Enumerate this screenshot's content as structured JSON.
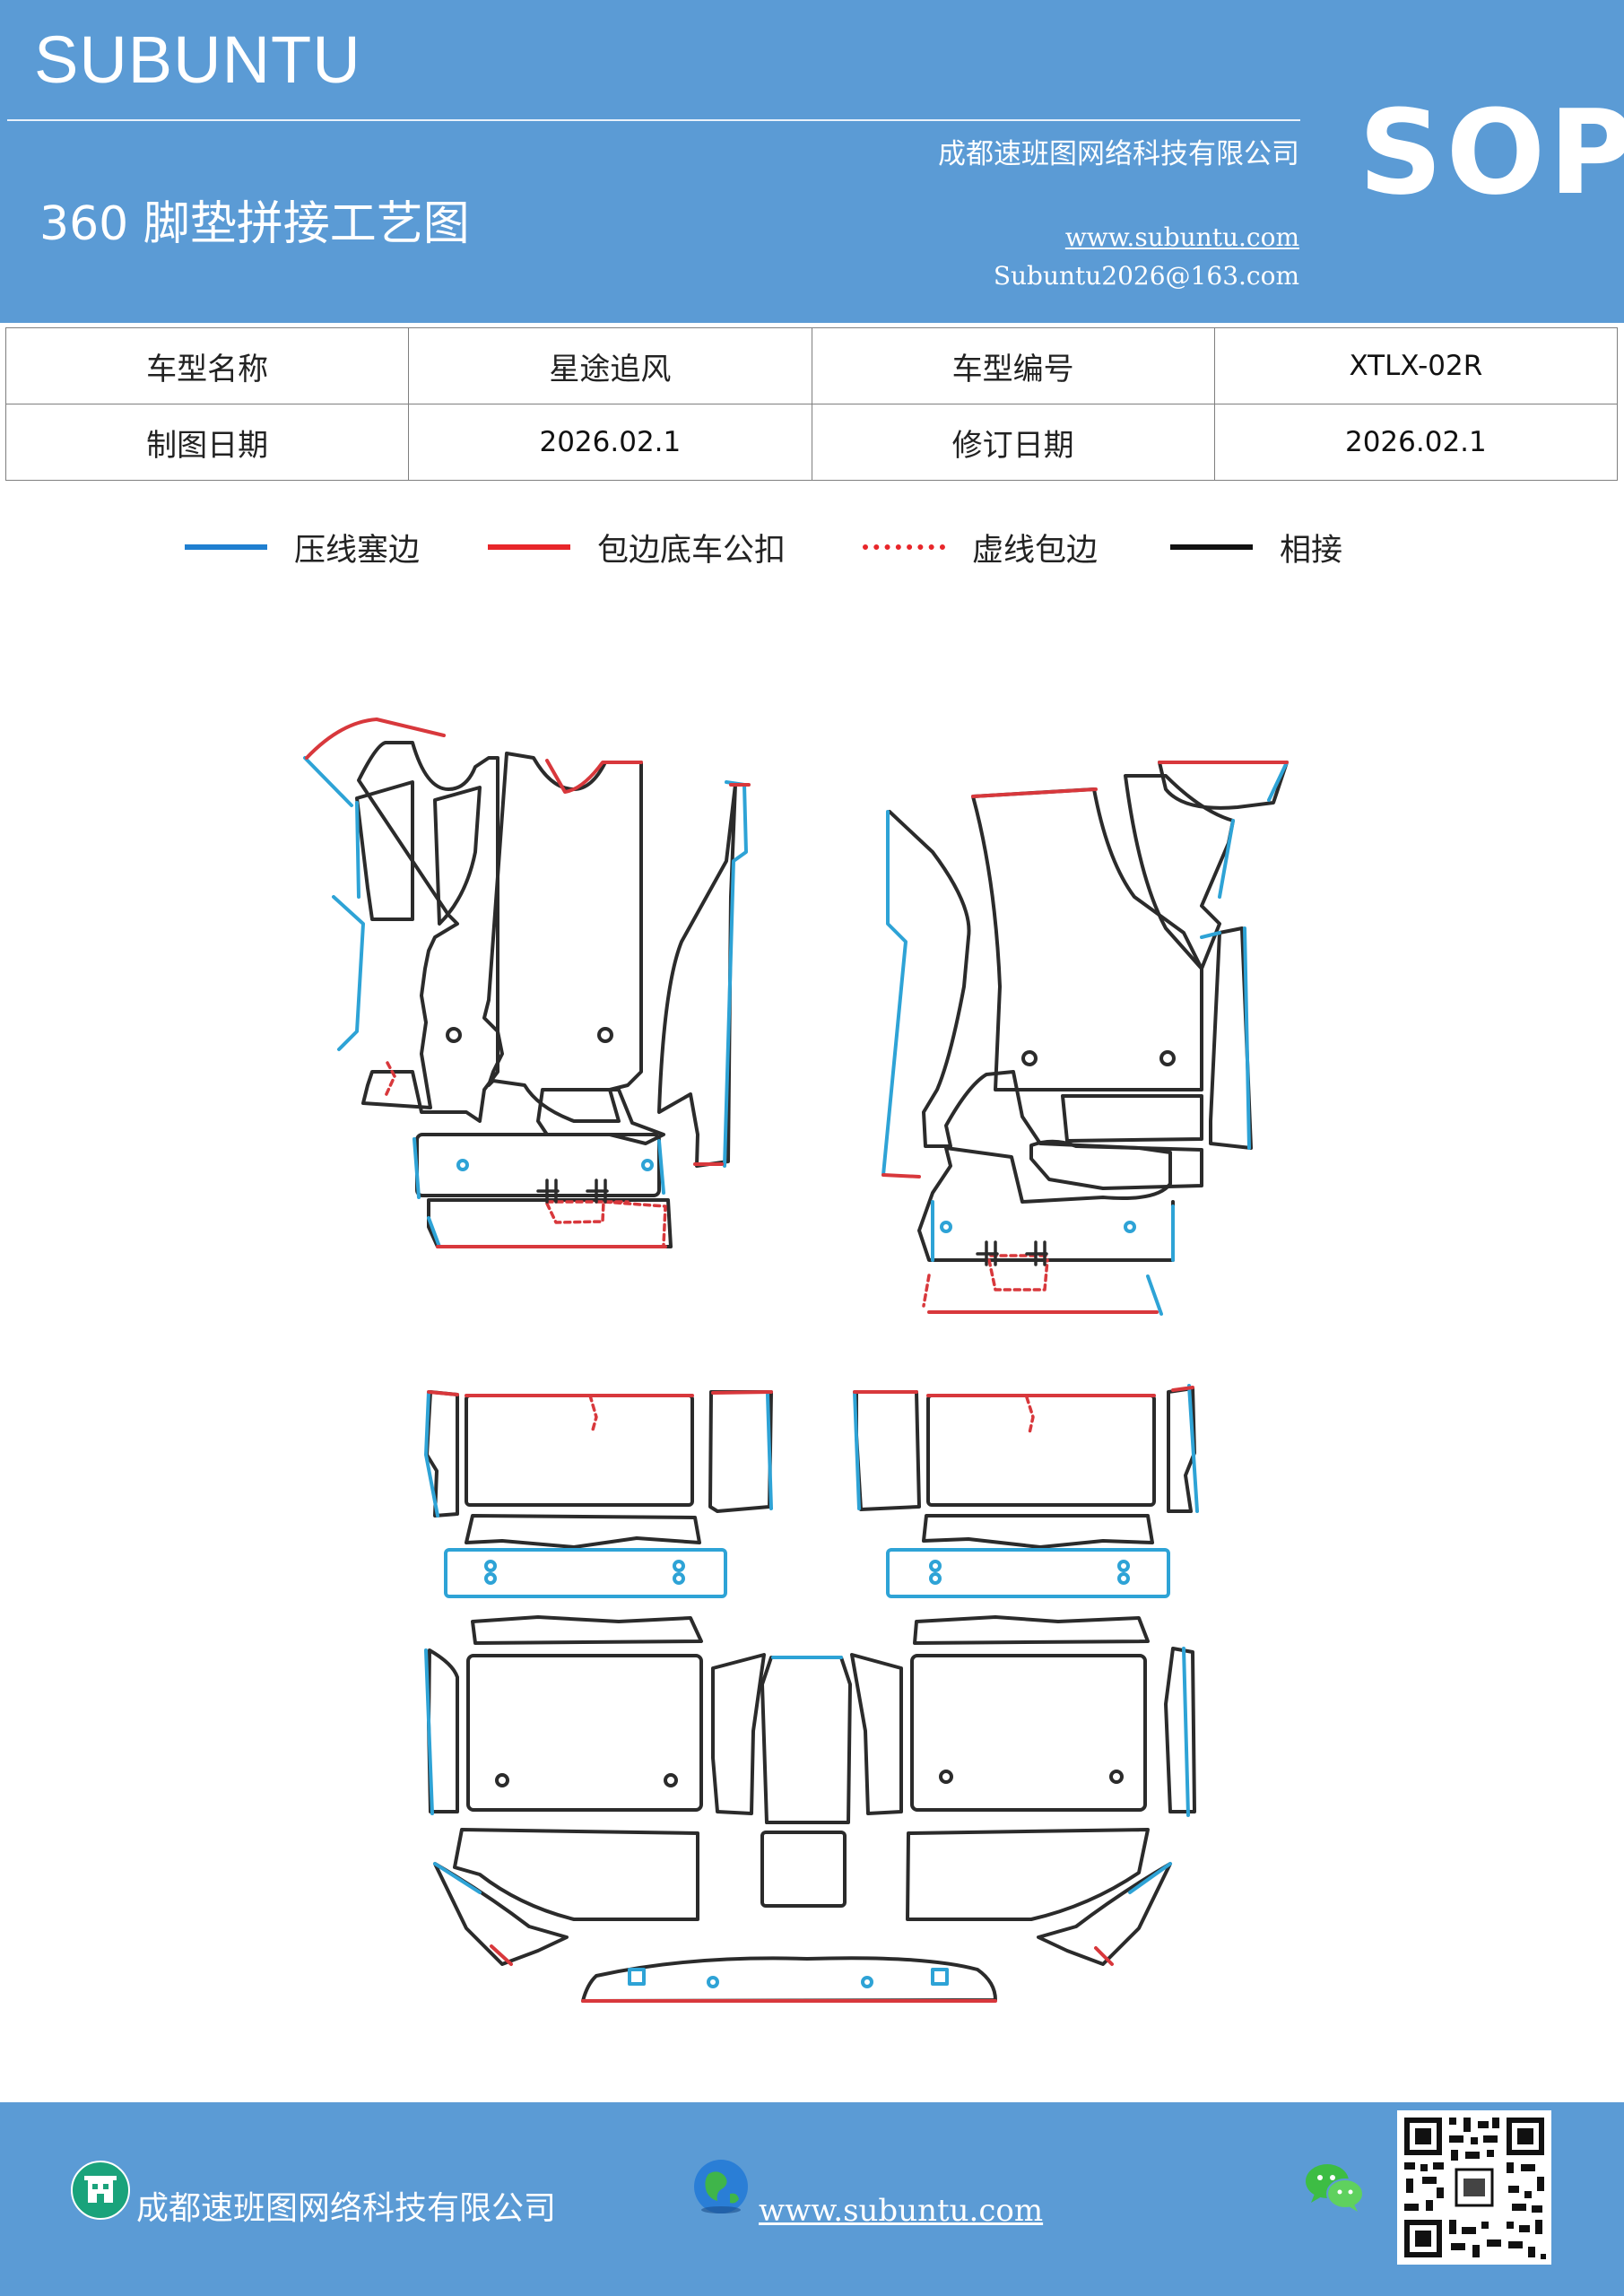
{
  "header": {
    "brand": "SUBUNTU",
    "badge": "SOP",
    "company": "成都速班图网络科技有限公司",
    "title": "360 脚垫拼接工艺图",
    "website": "www.subuntu.com",
    "email": "Subuntu2026@163.com"
  },
  "info": {
    "model_name_label": "车型名称",
    "model_name": "星途追风",
    "model_code_label": "车型编号",
    "model_code": "XTLX-02R",
    "draw_date_label": "制图日期",
    "draw_date": "2026.02.1",
    "revise_date_label": "修订日期",
    "revise_date": "2026.02.1"
  },
  "legend": [
    {
      "label": "压线塞边",
      "color": "#1f7fd0",
      "style": "solid"
    },
    {
      "label": "包边底车公扣",
      "color": "#e8262a",
      "style": "solid"
    },
    {
      "label": "虚线包边",
      "color": "#e8262a",
      "style": "dotted"
    },
    {
      "label": "相接",
      "color": "#111111",
      "style": "solid"
    }
  ],
  "diagram": {
    "colors": {
      "outline": "#2b2b2b",
      "blue": "#2ea3d6",
      "red": "#d8383c"
    }
  },
  "footer": {
    "company": "成都速班图网络科技有限公司",
    "website": "www.subuntu.com",
    "icons": [
      "company-icon",
      "globe-icon",
      "wechat-icon",
      "qr-code"
    ]
  }
}
